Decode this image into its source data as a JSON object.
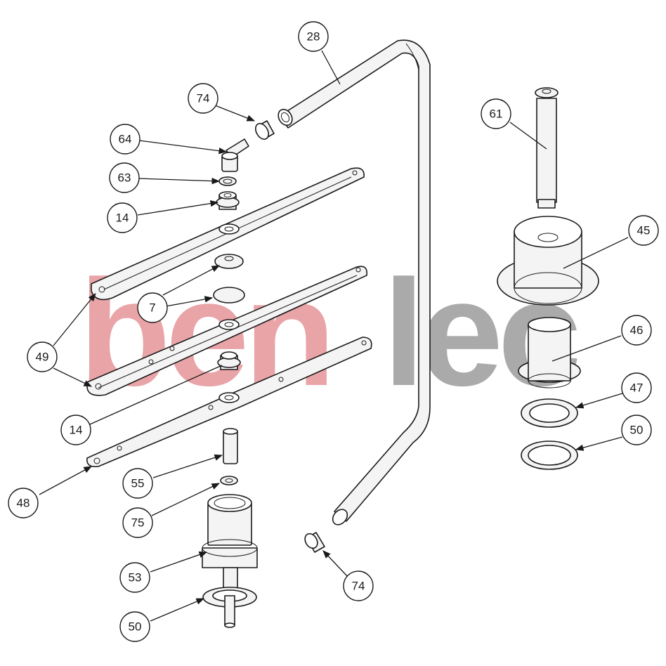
{
  "watermark": {
    "part1": "ben",
    "part2": "lec",
    "color1": "#e8a0a4",
    "color2": "#a6a6a6"
  },
  "callouts": [
    {
      "id": "c28",
      "label": "28"
    },
    {
      "id": "c74a",
      "label": "74"
    },
    {
      "id": "c64",
      "label": "64"
    },
    {
      "id": "c63",
      "label": "63"
    },
    {
      "id": "c14a",
      "label": "14"
    },
    {
      "id": "c7",
      "label": "7"
    },
    {
      "id": "c49",
      "label": "49"
    },
    {
      "id": "c14b",
      "label": "14"
    },
    {
      "id": "c48",
      "label": "48"
    },
    {
      "id": "c55",
      "label": "55"
    },
    {
      "id": "c75",
      "label": "75"
    },
    {
      "id": "c53",
      "label": "53"
    },
    {
      "id": "c50a",
      "label": "50"
    },
    {
      "id": "c74b",
      "label": "74"
    },
    {
      "id": "c61",
      "label": "61"
    },
    {
      "id": "c45",
      "label": "45"
    },
    {
      "id": "c46",
      "label": "46"
    },
    {
      "id": "c47",
      "label": "47"
    },
    {
      "id": "c50b",
      "label": "50"
    }
  ]
}
